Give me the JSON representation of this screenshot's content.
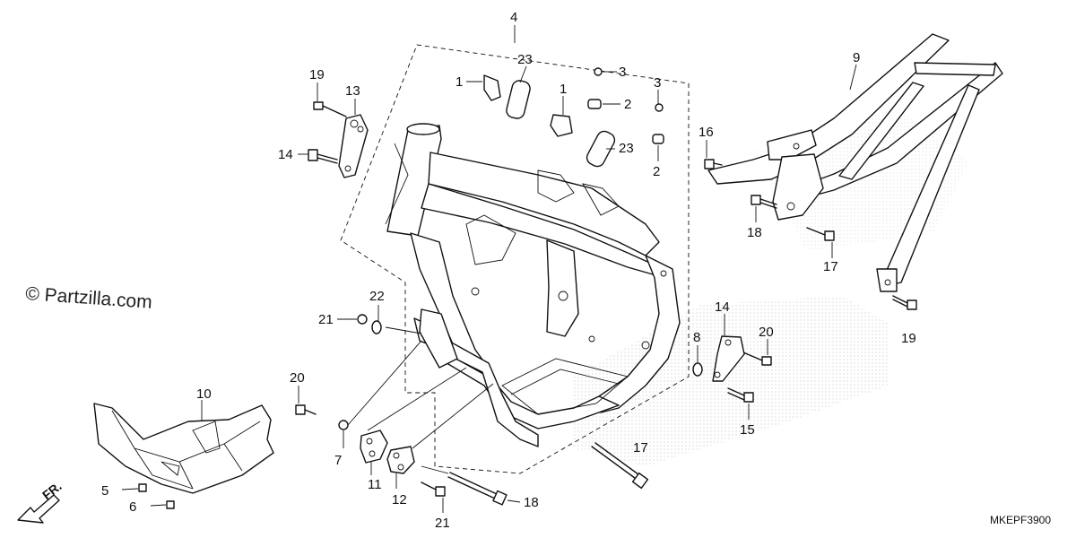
{
  "watermark": "© Partzilla.com",
  "diagram_code": "MKEPF3900",
  "front_indicator": "FR.",
  "callouts": [
    {
      "id": "c1a",
      "text": "1"
    },
    {
      "id": "c1b",
      "text": "1"
    },
    {
      "id": "c2a",
      "text": "2"
    },
    {
      "id": "c2b",
      "text": "2"
    },
    {
      "id": "c3a",
      "text": "3"
    },
    {
      "id": "c3b",
      "text": "3"
    },
    {
      "id": "c4",
      "text": "4"
    },
    {
      "id": "c5",
      "text": "5"
    },
    {
      "id": "c6",
      "text": "6"
    },
    {
      "id": "c7",
      "text": "7"
    },
    {
      "id": "c8",
      "text": "8"
    },
    {
      "id": "c9",
      "text": "9"
    },
    {
      "id": "c10",
      "text": "10"
    },
    {
      "id": "c11",
      "text": "11"
    },
    {
      "id": "c12",
      "text": "12"
    },
    {
      "id": "c13",
      "text": "13"
    },
    {
      "id": "c14a",
      "text": "14"
    },
    {
      "id": "c14b",
      "text": "14"
    },
    {
      "id": "c15",
      "text": "15"
    },
    {
      "id": "c16",
      "text": "16"
    },
    {
      "id": "c17a",
      "text": "17"
    },
    {
      "id": "c17b",
      "text": "17"
    },
    {
      "id": "c18a",
      "text": "18"
    },
    {
      "id": "c18b",
      "text": "18"
    },
    {
      "id": "c19a",
      "text": "19"
    },
    {
      "id": "c19b",
      "text": "19"
    },
    {
      "id": "c20a",
      "text": "20"
    },
    {
      "id": "c20b",
      "text": "20"
    },
    {
      "id": "c21a",
      "text": "21"
    },
    {
      "id": "c21b",
      "text": "21"
    },
    {
      "id": "c22",
      "text": "22"
    },
    {
      "id": "c23a",
      "text": "23"
    },
    {
      "id": "c23b",
      "text": "23"
    }
  ]
}
